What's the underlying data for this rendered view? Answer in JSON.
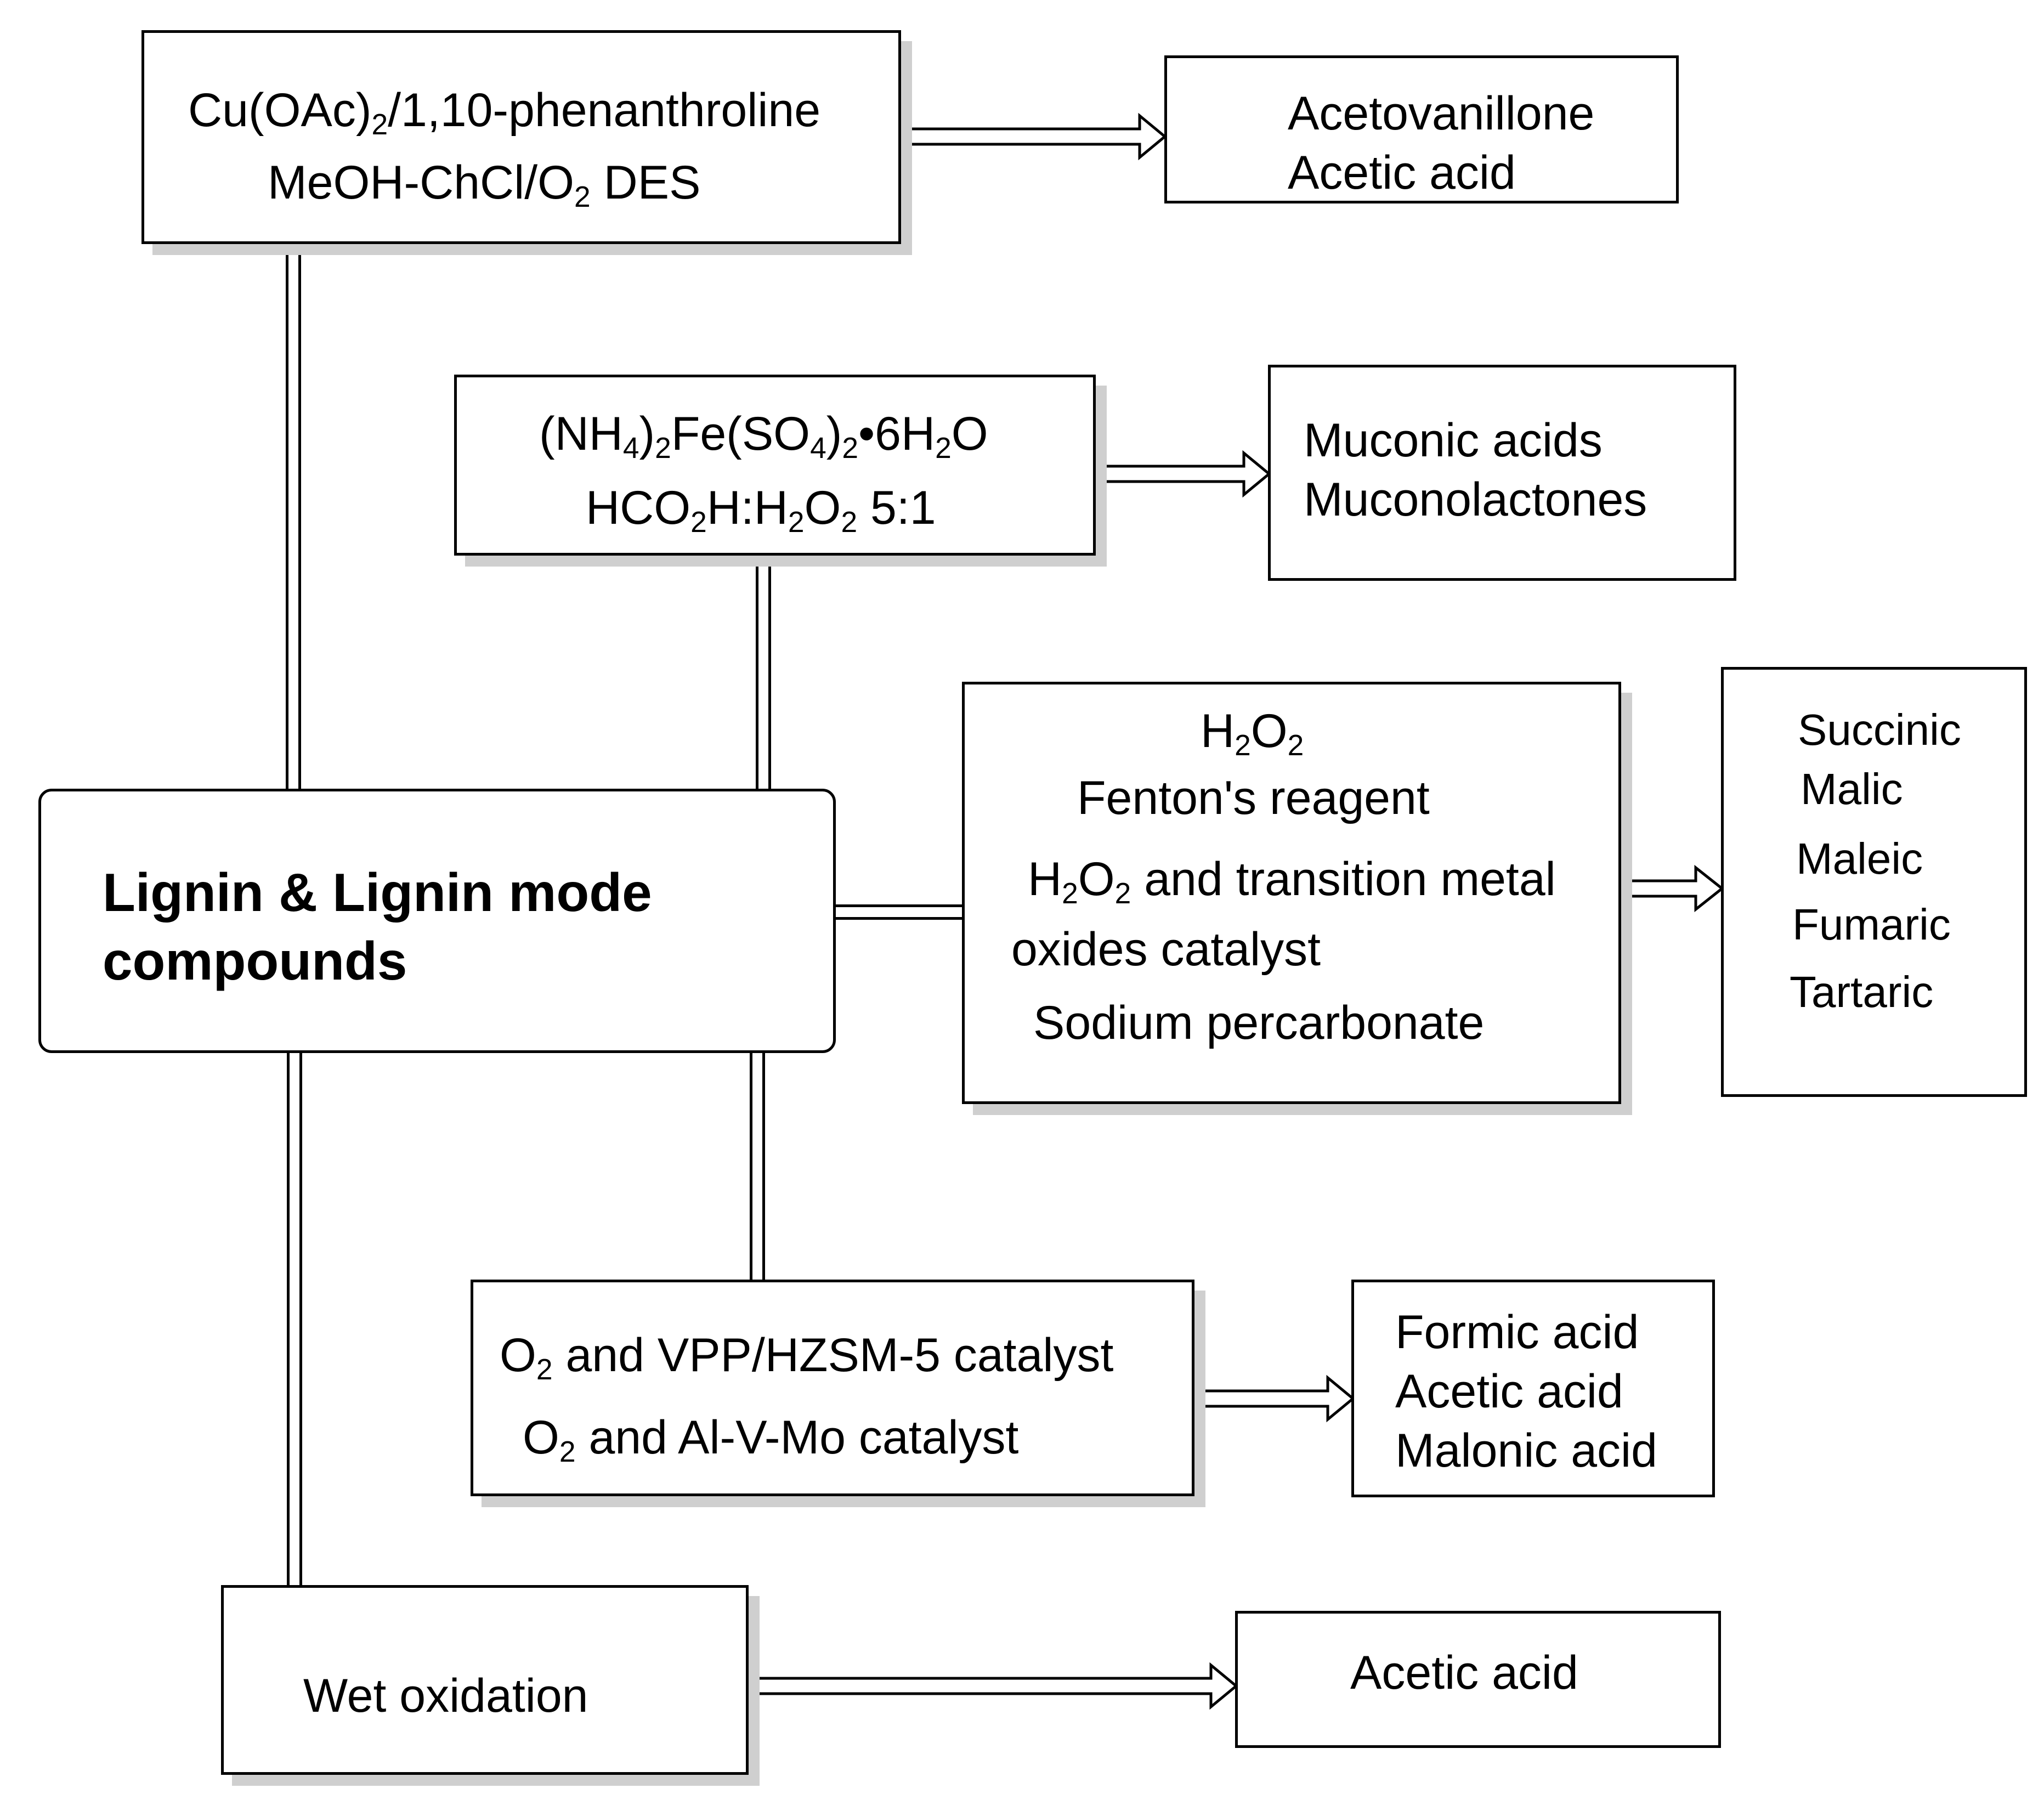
{
  "center": {
    "line1": "Lignin & Lignin mode",
    "line2": "compounds"
  },
  "box1": {
    "line1_pre": "Cu(OAc)",
    "line1_sub": "2",
    "line1_post": "/1,10-phenanthroline",
    "line2_pre": "MeOH-ChCl/O",
    "line2_sub": "2",
    "line2_post": " DES"
  },
  "box1_out": {
    "lines": [
      "Acetovanillone",
      "Acetic acid"
    ]
  },
  "box2": {
    "l1a": "(NH",
    "l1s1": "4",
    "l1b": ")",
    "l1s2": "2",
    "l1c": "Fe(SO",
    "l1s3": "4",
    "l1d": ")",
    "l1s4": "2",
    "l1e": "•6H",
    "l1s5": "2",
    "l1f": "O",
    "l2a": "HCO",
    "l2s1": "2",
    "l2b": "H:H",
    "l2s2": "2",
    "l2c": "O",
    "l2s3": "2",
    "l2d": " 5:1"
  },
  "box2_out": {
    "lines": [
      "Muconic acids",
      "Muconolactones"
    ]
  },
  "box3": {
    "l1a": "H",
    "l1s1": "2",
    "l1b": "O",
    "l1s2": "2",
    "l2": "Fenton's reagent",
    "l3a": "H",
    "l3s1": "2",
    "l3b": "O",
    "l3s2": "2",
    "l3c": " and transition metal",
    "l4": "oxides catalyst",
    "l5": "Sodium percarbonate"
  },
  "box3_out": {
    "lines": [
      "Succinic",
      "Malic",
      "Maleic",
      "Fumaric",
      "Tartaric"
    ]
  },
  "box4": {
    "l1a": "O",
    "l1s": "2",
    "l1b": " and VPP/HZSM-5 catalyst",
    "l2a": "O",
    "l2s": "2",
    "l2b": " and Al-V-Mo catalyst"
  },
  "box4_out": {
    "lines": [
      "Formic acid",
      "Acetic acid",
      "Malonic acid"
    ]
  },
  "box5": {
    "label": "Wet oxidation"
  },
  "box5_out": {
    "lines": [
      "Acetic acid"
    ]
  }
}
